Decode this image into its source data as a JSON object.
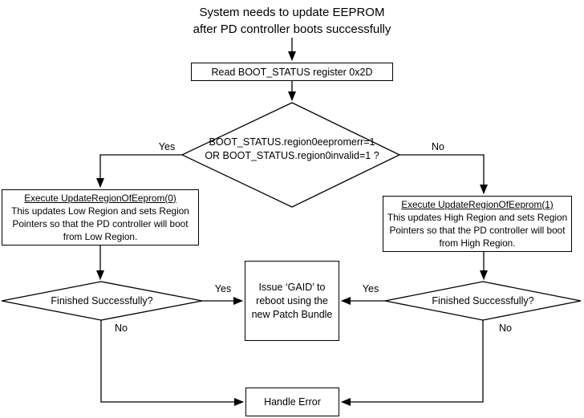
{
  "title": {
    "line1": "System needs to update EEPROM",
    "line2": "after PD controller boots successfully"
  },
  "nodes": {
    "read_boot_status": {
      "label": "Read BOOT_STATUS register 0x2D"
    },
    "decision_boot_status": {
      "line1": "BOOT_STATUS.region0eepromerr=1",
      "line2": "OR BOOT_STATUS.region0invalid=1 ?"
    },
    "update_region_0": {
      "title": "Execute UpdateRegionOfEeprom(0)",
      "body": "This updates Low Region and sets Region Pointers so that the PD controller will boot from Low Region."
    },
    "update_region_1": {
      "title": "Execute UpdateRegionOfEeprom(1)",
      "body": "This updates High Region and sets Region Pointers so that the PD controller will boot from High Region."
    },
    "finished_left": {
      "label": "Finished Successfully?"
    },
    "finished_right": {
      "label": "Finished Successfully?"
    },
    "issue_gaid": {
      "label": "Issue ‘GAID’ to reboot using the new Patch Bundle"
    },
    "handle_error": {
      "label": "Handle Error"
    }
  },
  "edge_labels": {
    "decision_yes": "Yes",
    "decision_no": "No",
    "finished_left_yes": "Yes",
    "finished_left_no": "No",
    "finished_right_yes": "Yes",
    "finished_right_no": "No"
  },
  "colors": {
    "stroke": "#000000",
    "background": "#ffffff",
    "text": "#000000"
  }
}
